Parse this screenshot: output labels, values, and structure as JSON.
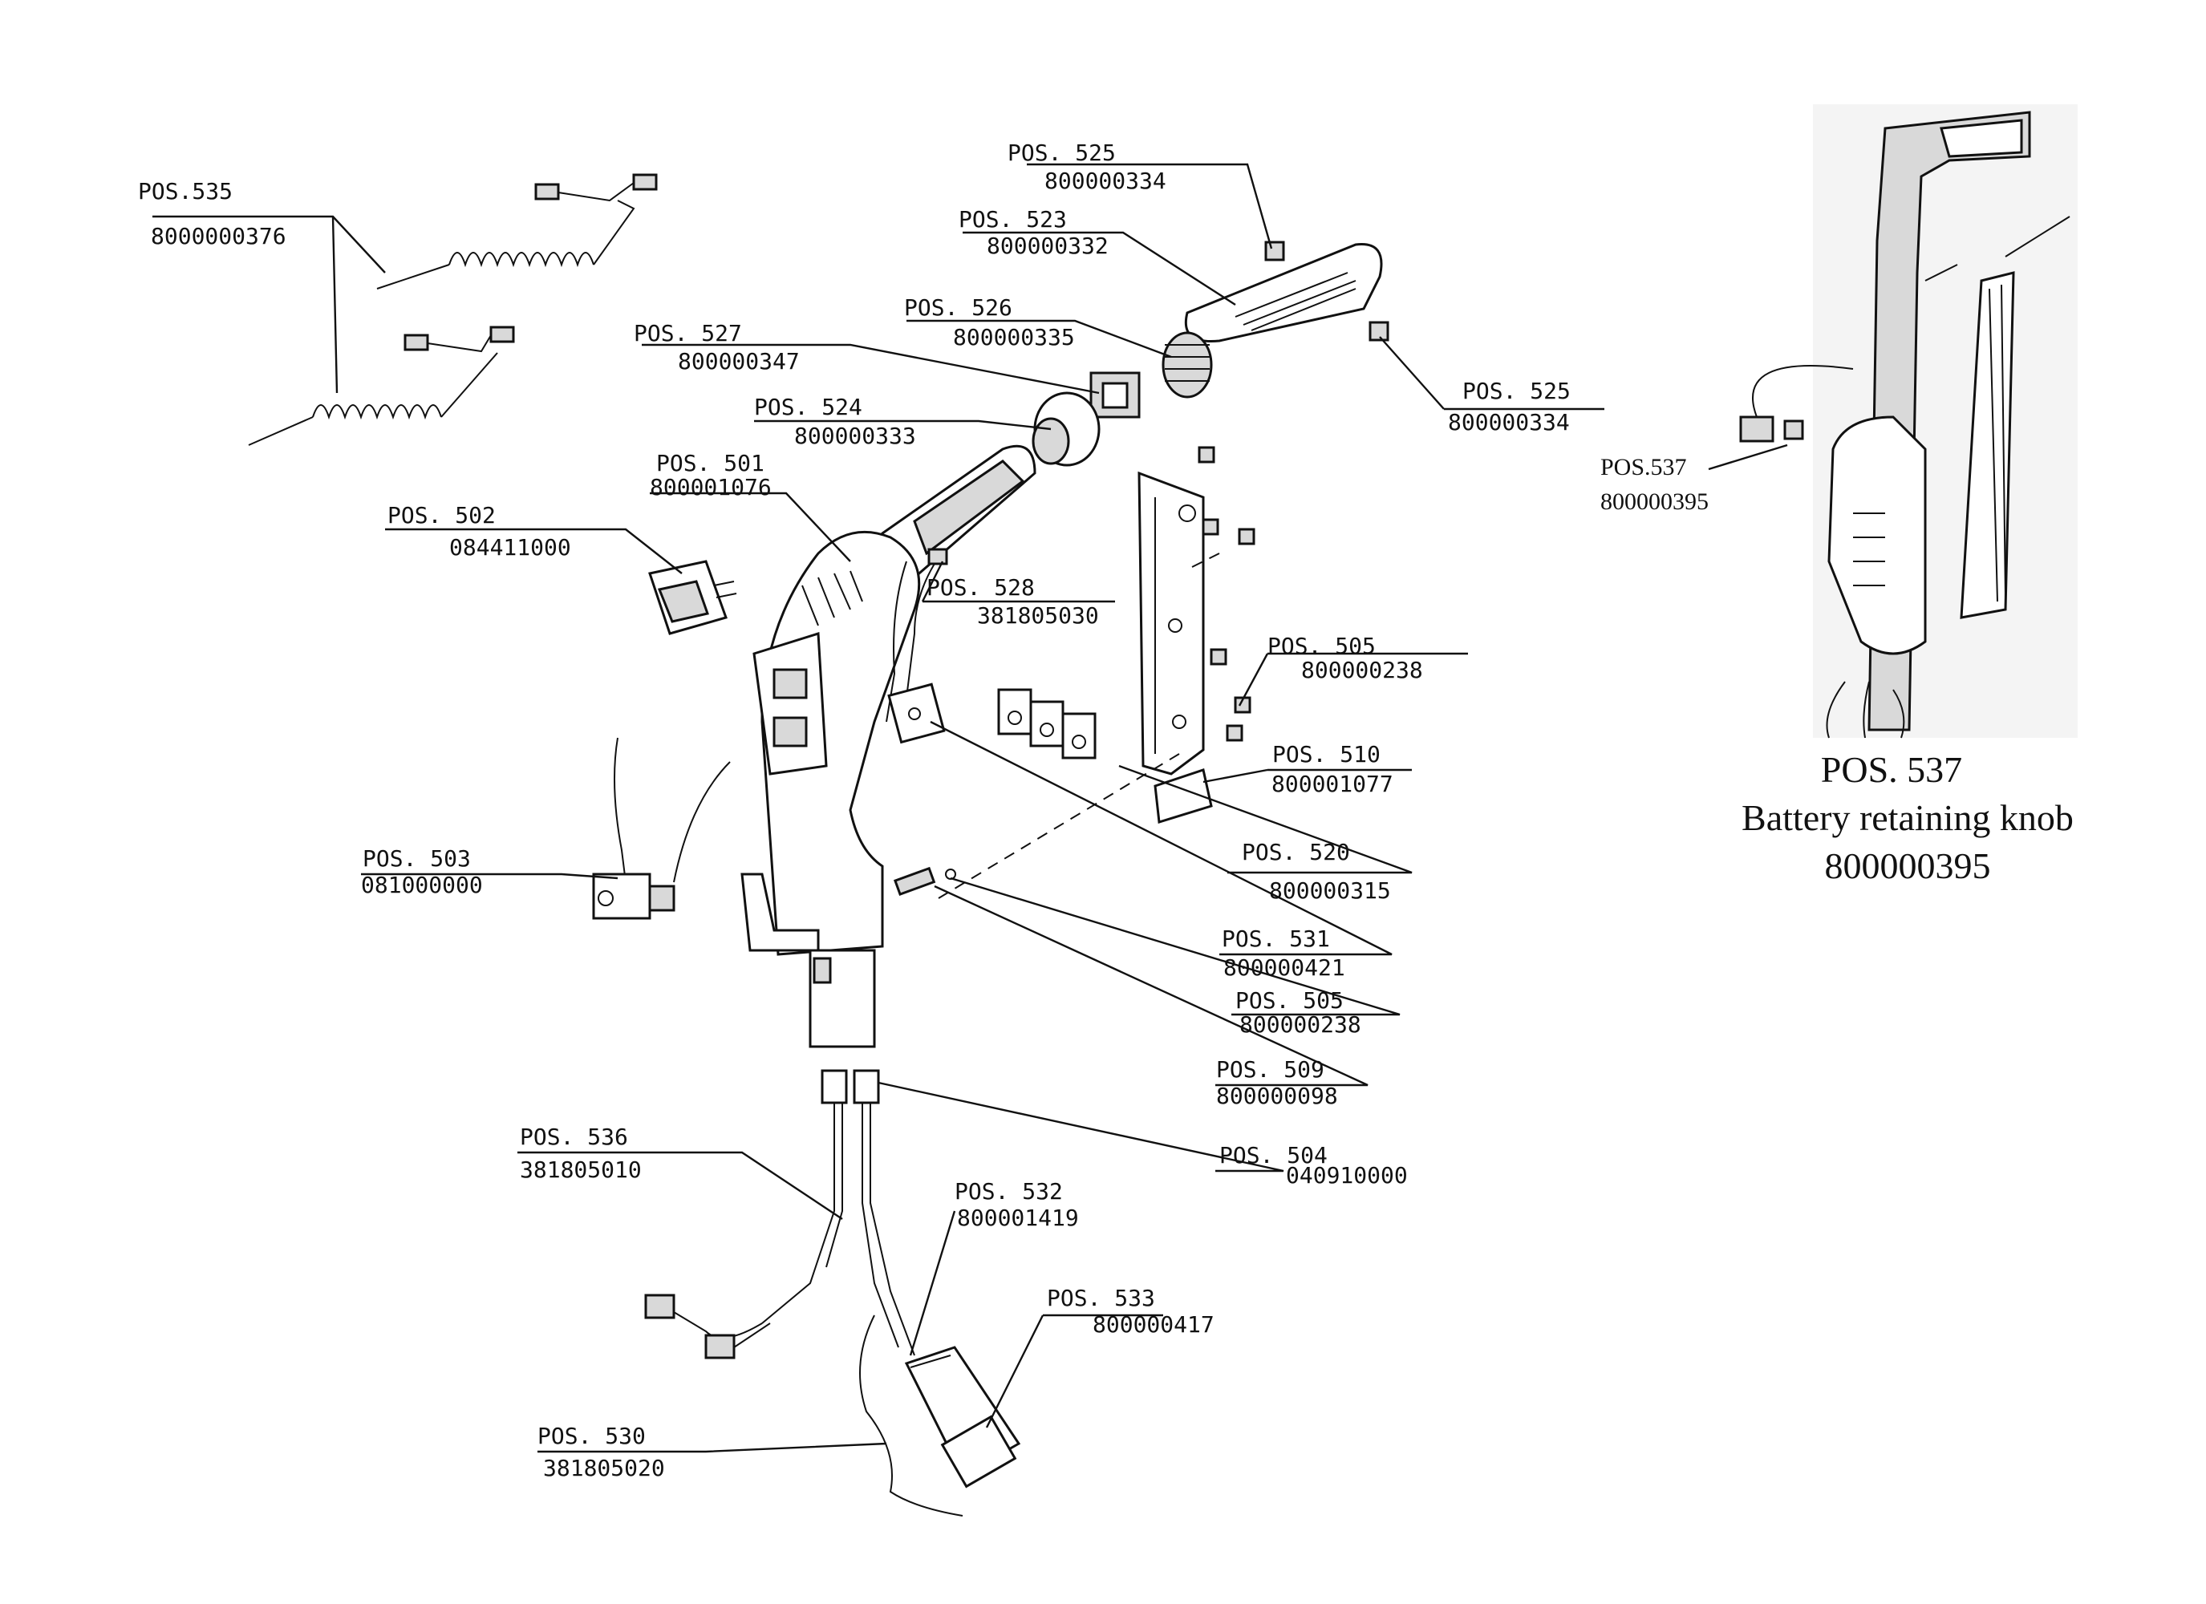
{
  "callouts": [
    {
      "id": "535",
      "pos": "POS.535",
      "code": "8000000376"
    },
    {
      "id": "525a",
      "pos": "POS. 525",
      "code": "800000334"
    },
    {
      "id": "523",
      "pos": "POS. 523",
      "code": "800000332"
    },
    {
      "id": "526",
      "pos": "POS. 526",
      "code": "800000335"
    },
    {
      "id": "527",
      "pos": "POS. 527",
      "code": "800000347"
    },
    {
      "id": "525b",
      "pos": "POS. 525",
      "code": "800000334"
    },
    {
      "id": "524",
      "pos": "POS. 524",
      "code": "800000333"
    },
    {
      "id": "501",
      "pos": "POS. 501",
      "code": "800001076"
    },
    {
      "id": "502",
      "pos": "POS. 502",
      "code": "084411000"
    },
    {
      "id": "528",
      "pos": "POS. 528",
      "code": "381805030"
    },
    {
      "id": "505a",
      "pos": "POS. 505",
      "code": "800000238"
    },
    {
      "id": "510",
      "pos": "POS. 510",
      "code": "800001077"
    },
    {
      "id": "503",
      "pos": "POS. 503",
      "code": "081000000"
    },
    {
      "id": "520",
      "pos": "POS. 520",
      "code": "800000315"
    },
    {
      "id": "531",
      "pos": "POS. 531",
      "code": "800000421"
    },
    {
      "id": "505b",
      "pos": "POS. 505",
      "code": "800000238"
    },
    {
      "id": "509",
      "pos": "POS. 509",
      "code": "800000098"
    },
    {
      "id": "536",
      "pos": "POS. 536",
      "code": "381805010"
    },
    {
      "id": "504",
      "pos": "POS. 504",
      "code": "040910000"
    },
    {
      "id": "532",
      "pos": "POS. 532",
      "code": "800001419"
    },
    {
      "id": "533",
      "pos": "POS. 533",
      "code": "800000417"
    },
    {
      "id": "530",
      "pos": "POS. 530",
      "code": "381805020"
    }
  ],
  "inset": {
    "pos": "POS.537",
    "code": "800000395"
  },
  "caption": {
    "pos": "POS.   537",
    "name": "Battery retaining knob",
    "code": "800000395"
  }
}
